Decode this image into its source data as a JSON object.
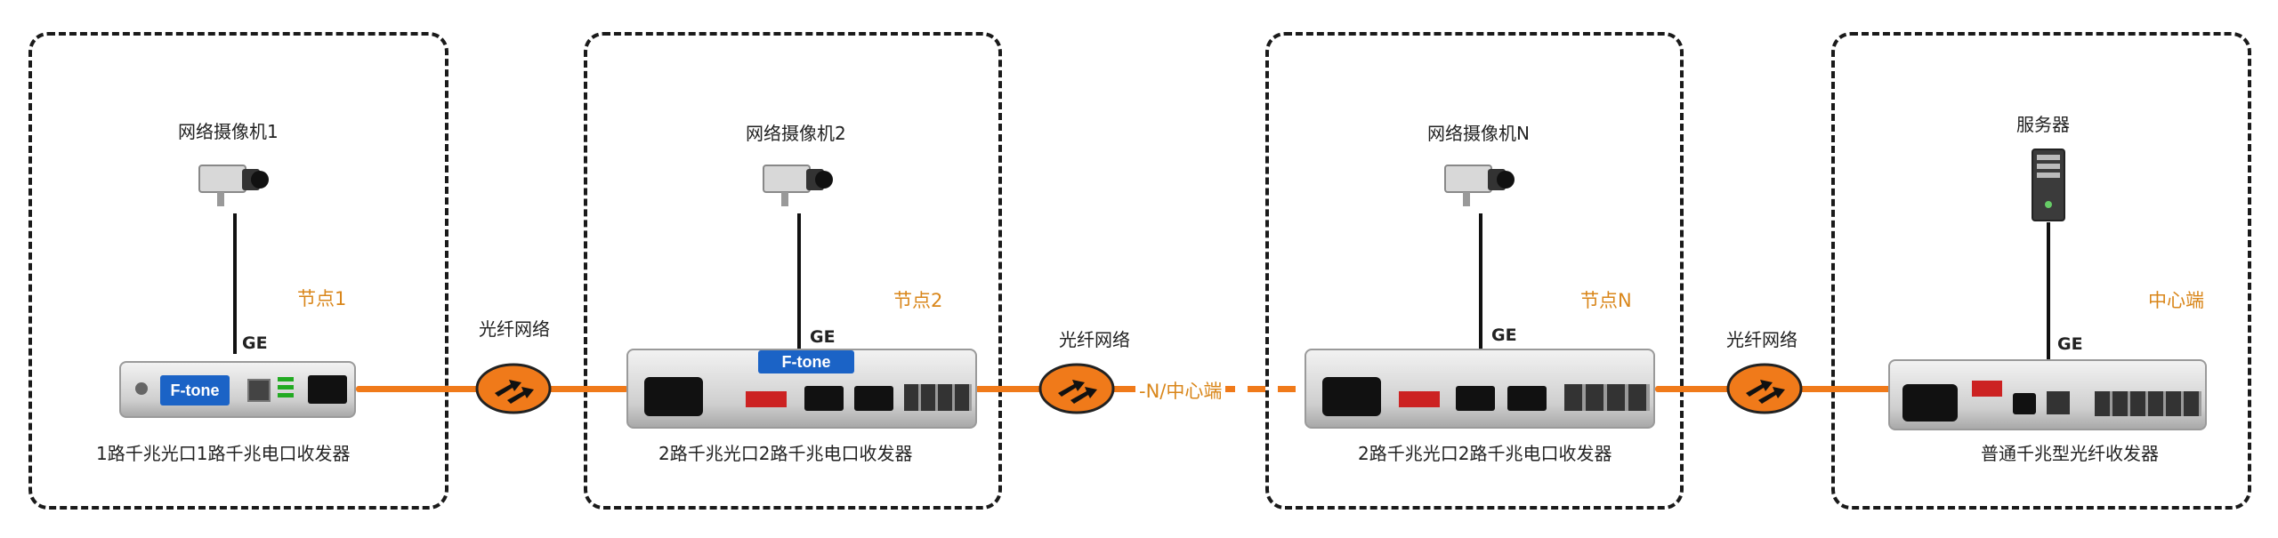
{
  "fiber": {
    "segment_label": "光纤网络",
    "middle_label": "-N/中心端"
  },
  "uplink": "GE",
  "groups": [
    {
      "id": "node1",
      "node_label": "节点1",
      "device_label": "网络摄像机1",
      "transceiver_label": "1路千兆光口1路千兆电口收发器",
      "brand": "F-tone"
    },
    {
      "id": "node2",
      "node_label": "节点2",
      "device_label": "网络摄像机2",
      "transceiver_label": "2路千兆光口2路千兆电口收发器",
      "brand": "F-tone"
    },
    {
      "id": "nodeN",
      "node_label": "节点N",
      "device_label": "网络摄像机N",
      "transceiver_label": "2路千兆光口2路千兆电口收发器"
    },
    {
      "id": "center",
      "node_label": "中心端",
      "device_label": "服务器",
      "transceiver_label": "普通千兆型光纤收发器"
    }
  ]
}
